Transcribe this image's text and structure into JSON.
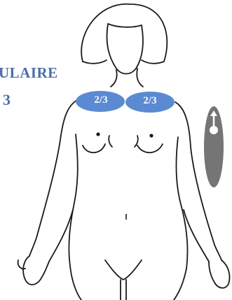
{
  "title": {
    "line1": "ULAIRE",
    "line2": "3",
    "color": "#4a6ea8"
  },
  "zones": [
    {
      "id": "left-shoulder",
      "label": "2/3"
    },
    {
      "id": "right-shoulder",
      "label": "2/3"
    }
  ],
  "colors": {
    "zone_fill": "#5b8ad2",
    "indicator_fill": "#757575",
    "line": "#1a1a1a"
  },
  "indicator": {
    "icon": "arrow-up-indicator-icon",
    "direction": "up"
  }
}
